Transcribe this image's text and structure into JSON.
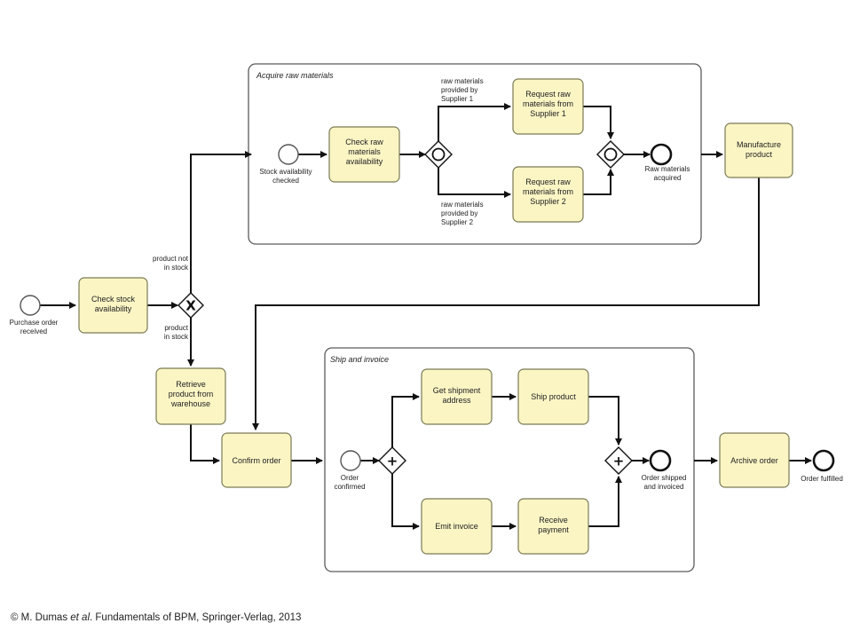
{
  "subprocesses": {
    "acquire": "Acquire raw materials",
    "ship": "Ship and invoice"
  },
  "tasks": {
    "check_stock": [
      "Check stock",
      "availability"
    ],
    "check_raw": [
      "Check raw",
      "materials",
      "availability"
    ],
    "request_s1": [
      "Request raw",
      "materials from",
      "Supplier 1"
    ],
    "request_s2": [
      "Request raw",
      "materials from",
      "Supplier 2"
    ],
    "manufacture": [
      "Manufacture",
      "product"
    ],
    "retrieve": [
      "Retrieve",
      "product from",
      "warehouse"
    ],
    "confirm": [
      "Confirm order"
    ],
    "get_address": [
      "Get shipment",
      "address"
    ],
    "ship_product": [
      "Ship product"
    ],
    "emit_invoice": [
      "Emit invoice"
    ],
    "receive_payment": [
      "Receive",
      "payment"
    ],
    "archive": [
      "Archive order"
    ]
  },
  "events": {
    "po_received": [
      "Purchase order",
      "received"
    ],
    "stock_checked": [
      "Stock availability",
      "checked"
    ],
    "raw_acquired": [
      "Raw materials",
      "acquired"
    ],
    "order_confirmed": [
      "Order",
      "confirmed"
    ],
    "shipped_invoiced": [
      "Order shipped",
      "and invoiced"
    ],
    "fulfilled": [
      "Order fulfilled"
    ]
  },
  "flow_labels": {
    "not_in_stock": [
      "product not",
      "in stock"
    ],
    "in_stock": [
      "product",
      "in stock"
    ],
    "by_s1": [
      "raw materials",
      "provided by",
      "Supplier 1"
    ],
    "by_s2": [
      "raw materials",
      "provided by",
      "Supplier 2"
    ]
  },
  "gateways": {
    "xor_symbol": "X",
    "and_symbol": "+"
  },
  "footer": {
    "prefix": "© M. Dumas ",
    "etal": "et al",
    "suffix": ". Fundamentals of BPM, Springer-Verlag,  2013"
  }
}
